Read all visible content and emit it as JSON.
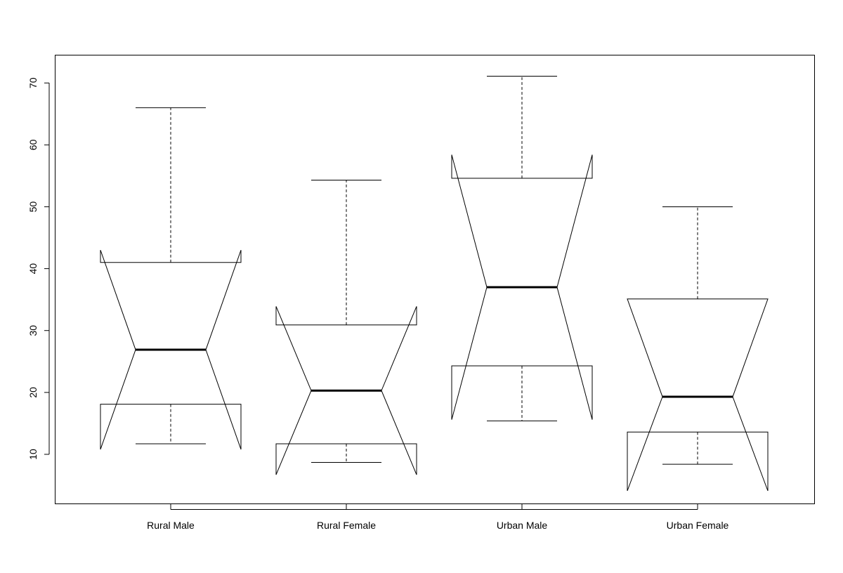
{
  "chart_data": {
    "type": "boxplot",
    "notched": true,
    "title": "",
    "xlabel": "",
    "ylabel": "",
    "categories": [
      "Rural Male",
      "Rural Female",
      "Urban Male",
      "Urban Female"
    ],
    "ylim": [
      2,
      74.5
    ],
    "yticks": [
      "10",
      "20",
      "30",
      "40",
      "50",
      "60",
      "70"
    ],
    "boxes": [
      {
        "category": "Rural Male",
        "lower_whisker": 11.7,
        "q1": 18.1,
        "median": 26.9,
        "q3": 41.0,
        "upper_whisker": 66.0,
        "notch_low": 10.8,
        "notch_high": 43.0
      },
      {
        "category": "Rural Female",
        "lower_whisker": 8.7,
        "q1": 11.7,
        "median": 20.3,
        "q3": 30.9,
        "upper_whisker": 54.3,
        "notch_low": 6.7,
        "notch_high": 33.9
      },
      {
        "category": "Urban Male",
        "lower_whisker": 15.4,
        "q1": 24.3,
        "median": 37.0,
        "q3": 54.6,
        "upper_whisker": 71.1,
        "notch_low": 15.6,
        "notch_high": 58.4
      },
      {
        "category": "Urban Female",
        "lower_whisker": 8.4,
        "q1": 13.6,
        "median": 19.3,
        "q3": 35.1,
        "upper_whisker": 50.0,
        "notch_low": 4.1,
        "notch_high": 35.1
      }
    ],
    "grid": false,
    "colors": {
      "line": "#000000",
      "background": "#ffffff"
    }
  }
}
